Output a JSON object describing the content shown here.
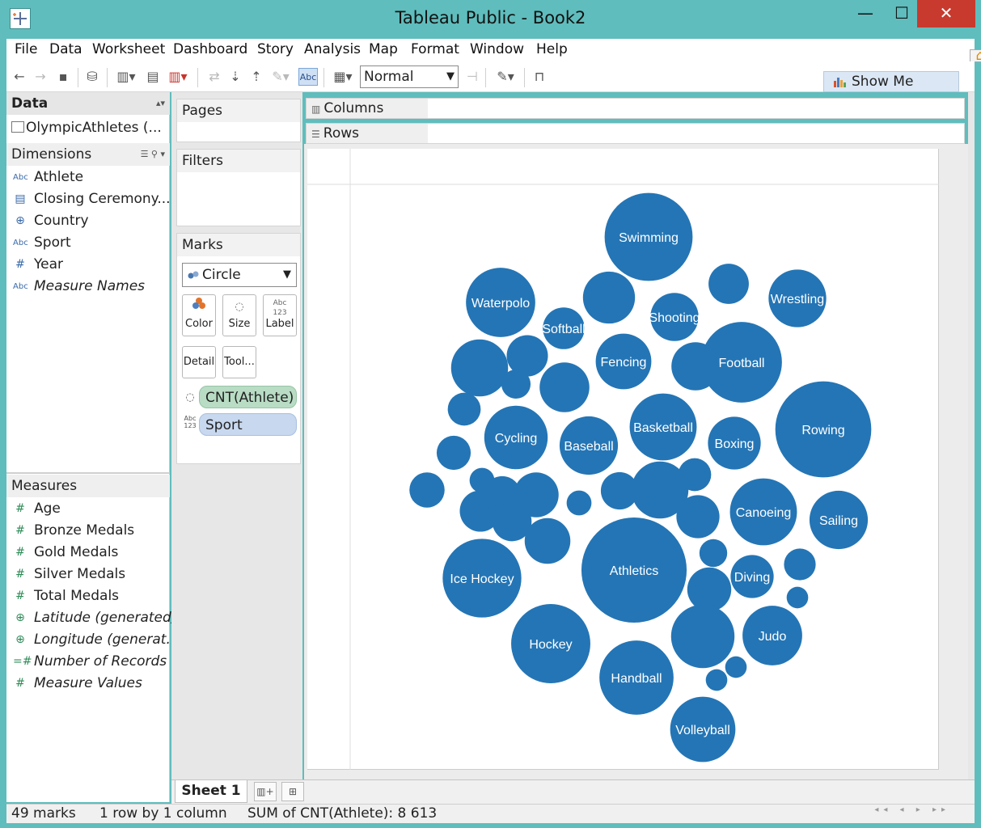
{
  "window": {
    "title": "Tableau Public - Book2",
    "minimize": "—",
    "maximize": "☐",
    "close": "✕"
  },
  "menu": [
    "File",
    "Data",
    "Worksheet",
    "Dashboard",
    "Story",
    "Analysis",
    "Map",
    "Format",
    "Window",
    "Help"
  ],
  "toolbar": {
    "view_select": "Normal",
    "label_toggle": "Abc",
    "show_me": "Show Me"
  },
  "data_pane": {
    "header": "Data",
    "datasource": "OlympicAthletes (...",
    "dimensions_header": "Dimensions",
    "dimensions": [
      {
        "icon": "Abc",
        "label": "Athlete"
      },
      {
        "icon": "cal",
        "label": "Closing Ceremony..."
      },
      {
        "icon": "globe",
        "label": "Country"
      },
      {
        "icon": "Abc",
        "label": "Sport"
      },
      {
        "icon": "#",
        "label": "Year"
      },
      {
        "icon": "Abc",
        "label": "Measure Names"
      }
    ],
    "measures_header": "Measures",
    "measures": [
      {
        "icon": "#",
        "label": "Age"
      },
      {
        "icon": "#",
        "label": "Bronze Medals"
      },
      {
        "icon": "#",
        "label": "Gold Medals"
      },
      {
        "icon": "#",
        "label": "Silver Medals"
      },
      {
        "icon": "#",
        "label": "Total Medals"
      },
      {
        "icon": "globe",
        "label": "Latitude (generated)"
      },
      {
        "icon": "globe",
        "label": "Longitude (generat..."
      },
      {
        "icon": "=#",
        "label": "Number of Records"
      },
      {
        "icon": "#",
        "label": "Measure Values"
      }
    ]
  },
  "cards": {
    "pages": "Pages",
    "filters": "Filters",
    "marks": "Marks",
    "mark_type": "Circle",
    "mark_buttons": [
      "Color",
      "Size",
      "Label",
      "Detail",
      "Tool..."
    ],
    "pills": [
      "CNT(Athlete)",
      "Sport"
    ]
  },
  "shelves": {
    "columns": "Columns",
    "rows": "Rows"
  },
  "sheet_tab": "Sheet 1",
  "status": {
    "marks": "49 marks",
    "dims": "1 row by 1 column",
    "sum": "SUM of CNT(Athlete): 8 613"
  },
  "colors": {
    "bubble": "#2475b5",
    "titlebar": "#5fbdbd",
    "close": "#c83a2e"
  },
  "chart_data": {
    "type": "packed-bubble",
    "mark_type": "Circle",
    "size_field": "CNT(Athlete)",
    "label_field": "Sport",
    "total": 8613,
    "mark_count": 49,
    "labeled_bubbles": [
      "Swimming",
      "Wrestling",
      "Waterpolo",
      "Softball",
      "Shooting",
      "Fencing",
      "Football",
      "Rowing",
      "Cycling",
      "Baseball",
      "Basketball",
      "Boxing",
      "Canoeing",
      "Sailing",
      "Athletics",
      "Ice Hockey",
      "Diving",
      "Judo",
      "Hockey",
      "Handball",
      "Volleyball"
    ],
    "bubbles": [
      {
        "label": "Swimming",
        "size": 1000
      },
      {
        "label": "Wrestling",
        "size": 430
      },
      {
        "label": "Waterpolo",
        "size": 620
      },
      {
        "label": "Softball",
        "size": 225
      },
      {
        "label": "Shooting",
        "size": 300
      },
      {
        "label": "Fencing",
        "size": 400
      },
      {
        "label": "Football",
        "size": 840
      },
      {
        "label": "Rowing",
        "size": 1190
      },
      {
        "label": "Cycling",
        "size": 520
      },
      {
        "label": "Baseball",
        "size": 440
      },
      {
        "label": "Basketball",
        "size": 580
      },
      {
        "label": "Boxing",
        "size": 360
      },
      {
        "label": "Canoeing",
        "size": 580
      },
      {
        "label": "Sailing",
        "size": 440
      },
      {
        "label": "Athletics",
        "size": 1430
      },
      {
        "label": "Ice Hockey",
        "size": 800
      },
      {
        "label": "Diving",
        "size": 240
      },
      {
        "label": "Judo",
        "size": 460
      },
      {
        "label": "Hockey",
        "size": 810
      },
      {
        "label": "Handball",
        "size": 710
      },
      {
        "label": "Volleyball",
        "size": 550
      },
      {
        "label": "",
        "size": 350
      },
      {
        "label": "",
        "size": 210
      },
      {
        "label": "",
        "size": 420
      },
      {
        "label": "",
        "size": 220
      },
      {
        "label": "",
        "size": 110
      },
      {
        "label": "",
        "size": 320
      },
      {
        "label": "",
        "size": 140
      },
      {
        "label": "",
        "size": 150
      },
      {
        "label": "",
        "size": 220
      },
      {
        "label": "",
        "size": 160
      },
      {
        "label": "",
        "size": 80
      },
      {
        "label": "",
        "size": 180
      },
      {
        "label": "",
        "size": 200
      },
      {
        "label": "",
        "size": 260
      },
      {
        "label": "",
        "size": 80
      },
      {
        "label": "",
        "size": 180
      },
      {
        "label": "",
        "size": 420
      },
      {
        "label": "",
        "size": 300
      },
      {
        "label": "",
        "size": 140
      },
      {
        "label": "",
        "size": 240
      },
      {
        "label": "",
        "size": 270
      },
      {
        "label": "",
        "size": 100
      },
      {
        "label": "",
        "size": 250
      },
      {
        "label": "",
        "size": 130
      },
      {
        "label": "",
        "size": 60
      },
      {
        "label": "",
        "size": 520
      },
      {
        "label": "",
        "size": 60
      },
      {
        "label": "",
        "size": 60
      }
    ]
  }
}
